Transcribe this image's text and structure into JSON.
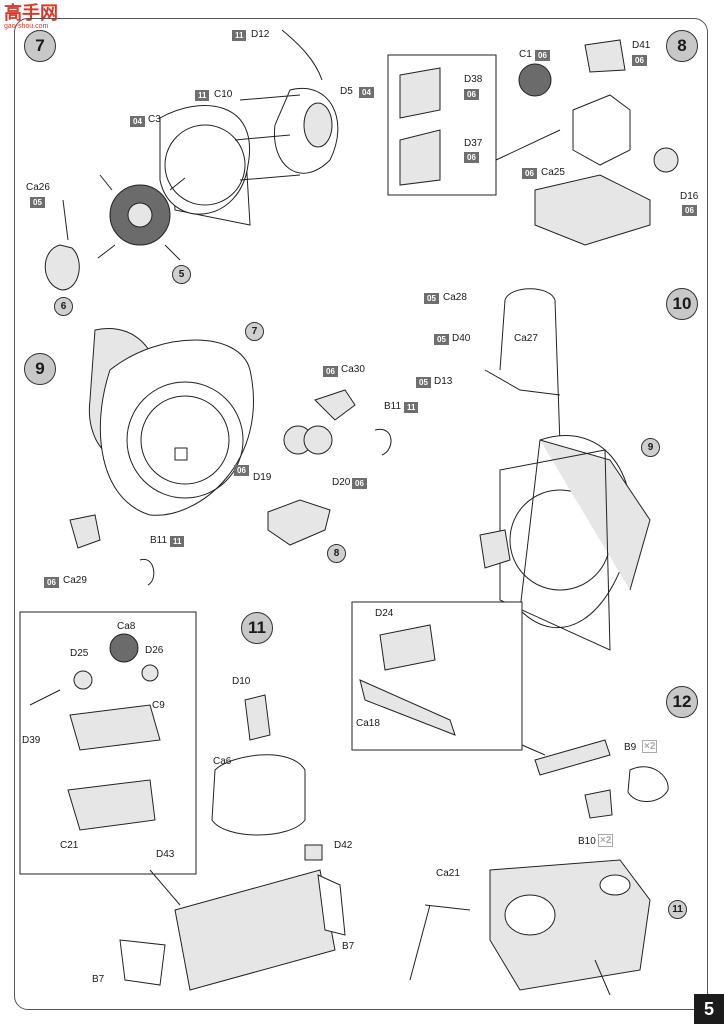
{
  "watermark": {
    "logo": "高手网",
    "site": "gao-shou.com"
  },
  "page_number": "5",
  "steps": {
    "s7": "7",
    "s8": "8",
    "s9": "9",
    "s10": "10",
    "s11": "11",
    "s12": "12"
  },
  "sub_refs": {
    "r5": "5",
    "r6": "6",
    "r7": "7",
    "r8": "8",
    "r9": "9",
    "r11": "11"
  },
  "parts": {
    "D12": "D12",
    "C10": "C10",
    "C3": "C3",
    "D5": "D5",
    "Ca26": "Ca26",
    "D38": "D38",
    "D37": "D37",
    "C1": "C1",
    "D41": "D41",
    "Ca25": "Ca25",
    "D16": "D16",
    "Ca30": "Ca30",
    "B11a": "B11",
    "B11b": "B11",
    "D19": "D19",
    "D20": "D20",
    "Ca29": "Ca29",
    "Ca28": "Ca28",
    "D40": "D40",
    "Ca27": "Ca27",
    "D13": "D13",
    "Ca8": "Ca8",
    "D25": "D25",
    "D26": "D26",
    "C9": "C9",
    "D39": "D39",
    "C21": "C21",
    "D43": "D43",
    "D10": "D10",
    "Ca6": "Ca6",
    "D42": "D42",
    "B7a": "B7",
    "B7b": "B7",
    "D24": "D24",
    "Ca18": "Ca18",
    "B9": "B9",
    "B10": "B10",
    "Ca21": "Ca21"
  },
  "tags": {
    "t_D12": "11",
    "t_C10": "11",
    "t_C3": "04",
    "t_D5": "04",
    "t_Ca26": "05",
    "t_D38": "06",
    "t_D37": "06",
    "t_C1": "06",
    "t_D41": "06",
    "t_Ca25": "06",
    "t_D16": "06",
    "t_Ca30": "06",
    "t_B11a": "11",
    "t_B11b": "11",
    "t_D19": "06",
    "t_D20": "06",
    "t_Ca29": "06",
    "t_Ca28": "05",
    "t_D40": "05",
    "t_D13": "05"
  },
  "multipliers": {
    "B9": "2",
    "B10": "2"
  }
}
